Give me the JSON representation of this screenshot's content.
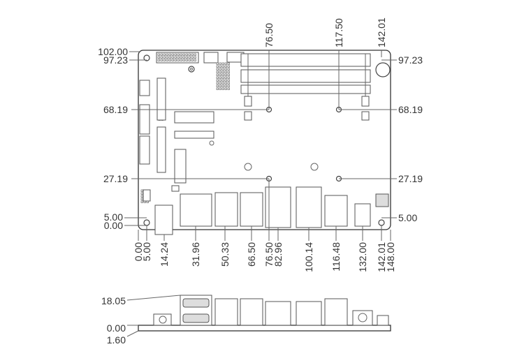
{
  "top_view": {
    "top_dims": [
      "76.50",
      "117.50",
      "142.01"
    ],
    "left_dims": [
      "102.00",
      "97.23",
      "68.19",
      "27.19",
      "5.00",
      "0.00"
    ],
    "right_dims": [
      "97.23",
      "68.19",
      "27.19",
      "5.00"
    ],
    "bottom_dims": [
      "0.00",
      "5.00",
      "14.24",
      "31.96",
      "50.33",
      "66.50",
      "76.50",
      "82.96",
      "100.14",
      "116.48",
      "132.00",
      "142.01",
      "148.00"
    ]
  },
  "side_view": {
    "left_dims": [
      "18.05",
      "0.00",
      "1.60"
    ]
  }
}
